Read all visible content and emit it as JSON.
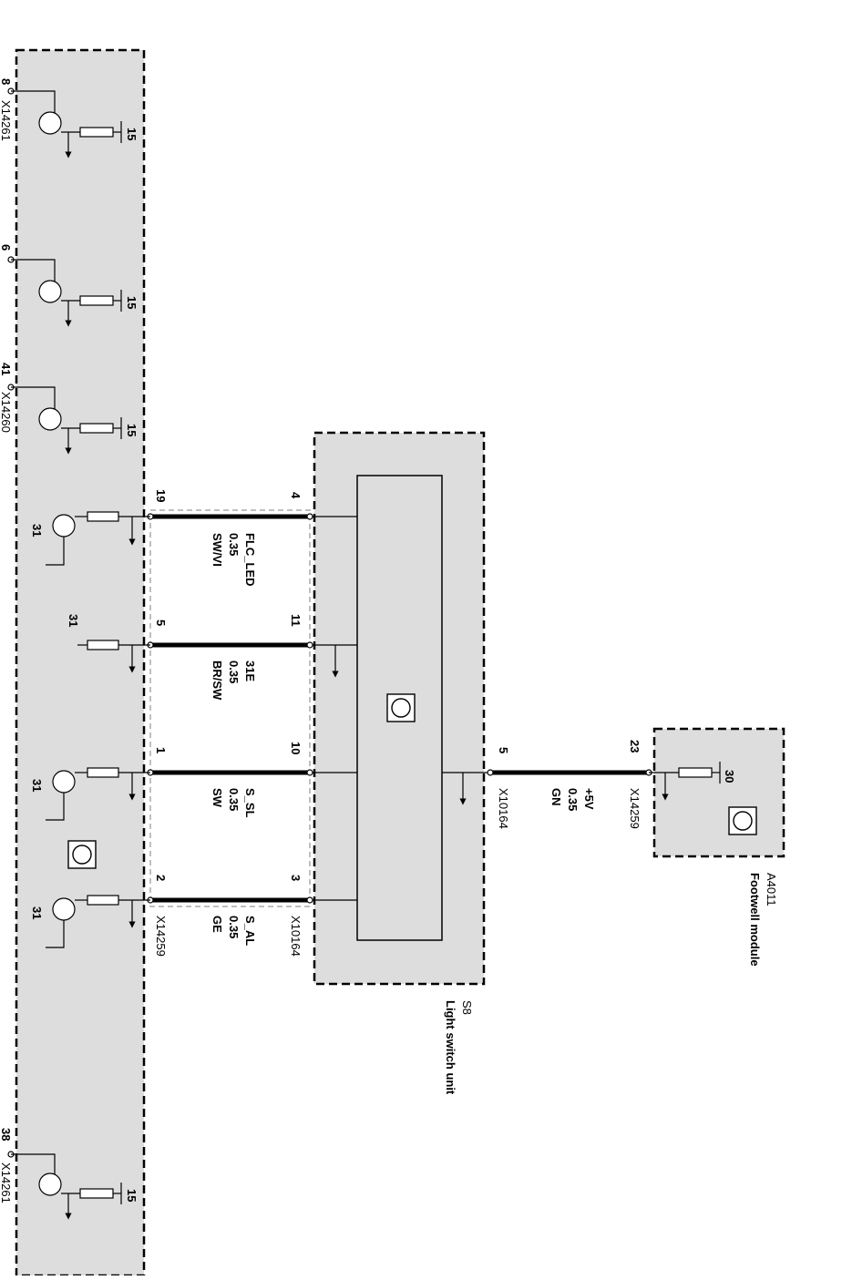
{
  "modules": {
    "left": {
      "pins_top": [
        "8",
        "6",
        "41"
      ],
      "pins_top_conns": [
        "X14261",
        "X14260"
      ],
      "pins_bottom": [
        "38"
      ],
      "pins_bottom_conn": "X14261"
    },
    "light_switch": {
      "id": "S8",
      "name": "Light switch unit"
    },
    "footwell": {
      "id": "A4011",
      "name": "Footwell module"
    }
  },
  "wires": [
    {
      "left_pin": "19",
      "right_pin": "4",
      "signal": "FLC_LED",
      "gauge": "0.35",
      "color": "SW/VI"
    },
    {
      "left_pin": "5",
      "right_pin": "11",
      "signal": "31E",
      "gauge": "0.35",
      "color": "BR/SW"
    },
    {
      "left_pin": "1",
      "right_pin": "10",
      "signal": "S_SL",
      "gauge": "0.35",
      "color": "SW"
    },
    {
      "left_pin": "2",
      "right_pin": "3",
      "signal": "S_AL",
      "gauge": "0.35",
      "color": "GE"
    }
  ],
  "connectors": {
    "left": "X14259",
    "switch_left": "X10164",
    "switch_right": "X10164",
    "footwell": "X14259"
  },
  "supply_wire": {
    "switch_pin": "5",
    "footwell_pin": "23",
    "signal": "+5V",
    "gauge": "0.35",
    "color": "GN"
  },
  "terminals": {
    "t15": "15",
    "t31": "31",
    "t30": "30"
  },
  "colors": {
    "fill": "#dddddd",
    "wire": "#000000"
  }
}
